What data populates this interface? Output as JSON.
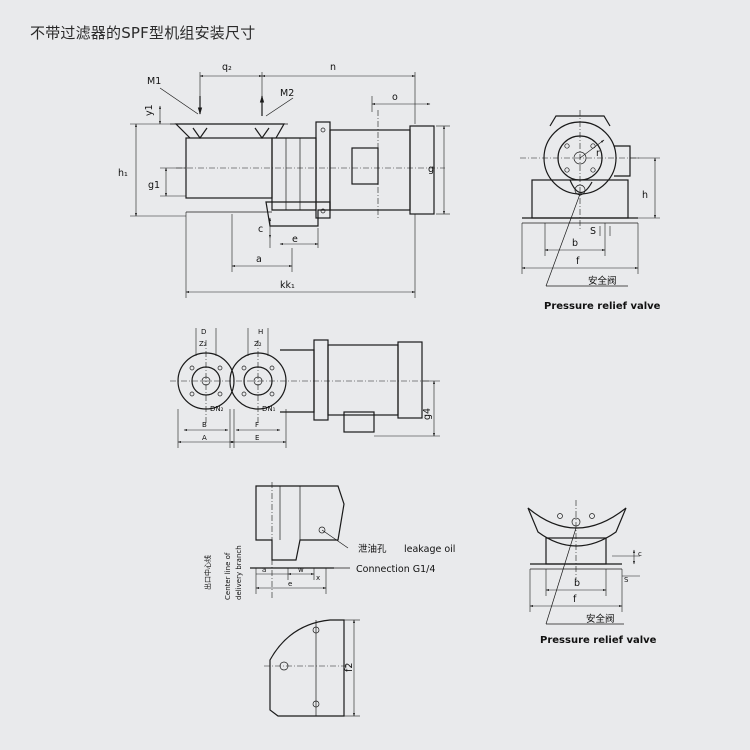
{
  "title": "不带过滤器的SPF型机组安装尺寸",
  "side_view": {
    "labels": {
      "q2": "q₂",
      "n": "n",
      "M1": "M1",
      "M2": "M2",
      "y1": "y1",
      "o": "o",
      "h1": "h₁",
      "g1": "g1",
      "g": "g",
      "c": "c",
      "e": "e",
      "a": "a",
      "k": "kk₁"
    }
  },
  "end_view": {
    "labels": {
      "r": "r",
      "h": "h",
      "S": "S",
      "b": "b",
      "f": "f"
    },
    "valve_cn": "安全阀",
    "valve_en": "Pressure relief valve"
  },
  "top_view": {
    "labels": {
      "D": "D",
      "Z2_left": "Z₂",
      "H": "H",
      "Z2_right": "Z₂",
      "DN_left": "DN₂",
      "DN_right": "DN₁",
      "B": "B",
      "A": "A",
      "F": "F",
      "E": "E",
      "g4": "g4"
    }
  },
  "detail_view": {
    "center_line_cn": "出口中心线",
    "center_line_en_1": "Center line of",
    "center_line_en_2": "delivery branch",
    "leakage_cn": "泄油孔",
    "leakage_en": "leakage oil",
    "connection": "Connection G1/4",
    "labels": {
      "a": "a",
      "w": "w",
      "x": "x",
      "e": "e"
    }
  },
  "foot_view": {
    "labels": {
      "f2": "f2"
    }
  },
  "end_view_2": {
    "labels": {
      "c": "c",
      "S": "S",
      "b": "b",
      "f": "f"
    },
    "valve_cn": "安全阀",
    "valve_en": "Pressure relief valve"
  },
  "colors": {
    "background": "#e9eaec",
    "ink": "#1a1a1a"
  }
}
